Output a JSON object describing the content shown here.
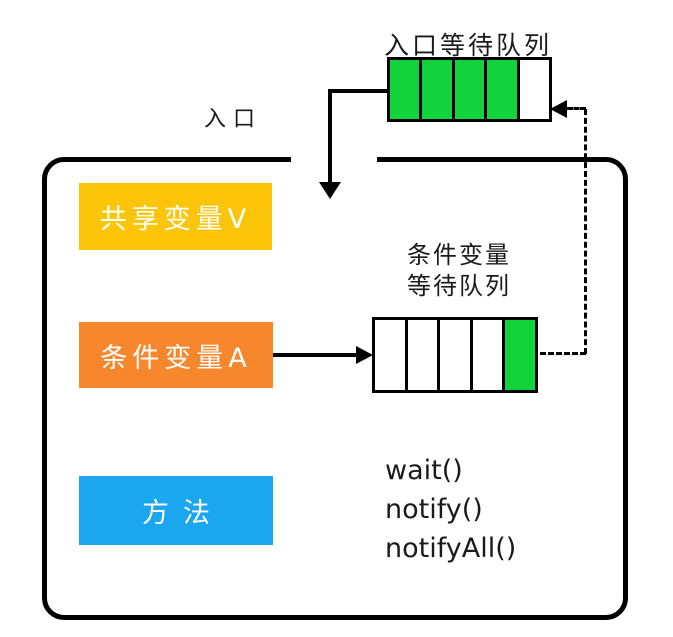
{
  "diagram": {
    "entrance_label": "入口",
    "entrance_queue_title": "入口等待队列",
    "condition_queue_title": [
      "条件变量",
      "等待队列"
    ],
    "shared_variable_label": "共享变量V",
    "condition_variable_label": "条件变量A",
    "methods_label": "方法",
    "method_calls": [
      "wait()",
      "notify()",
      "notifyAll()"
    ]
  },
  "queues": {
    "entrance": {
      "cells": [
        "filled",
        "filled",
        "filled",
        "filled",
        "empty"
      ]
    },
    "condition": {
      "cells": [
        "empty",
        "empty",
        "empty",
        "empty",
        "filled"
      ]
    }
  },
  "colors": {
    "queue-filled": "#12D33B",
    "shared-var-bg": "#FDC50A",
    "condition-var-bg": "#F6872D",
    "methods-bg": "#1BA6F0",
    "line": "#000000",
    "text": "#1A1A1A",
    "text-on-color": "#FFFFFF"
  }
}
